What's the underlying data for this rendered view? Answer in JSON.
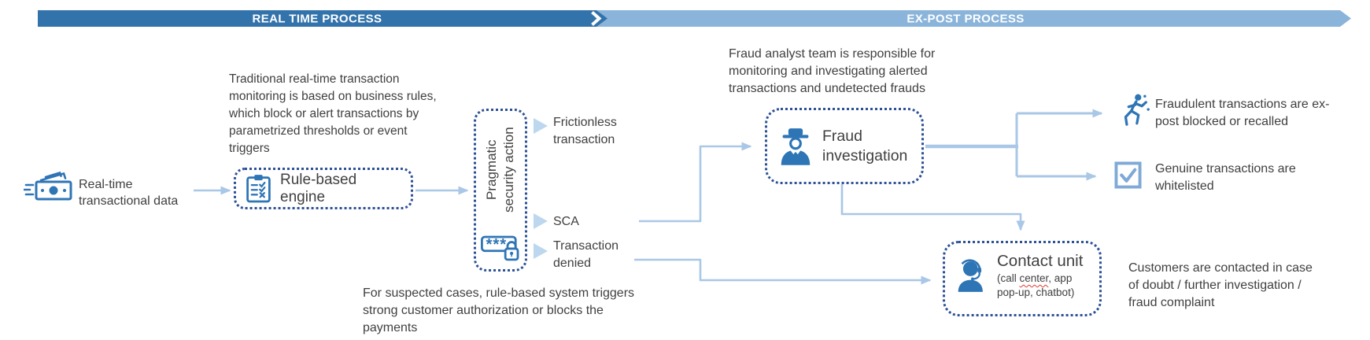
{
  "banners": {
    "real_time": "REAL TIME PROCESS",
    "ex_post": "EX-POST PROCESS"
  },
  "source": {
    "label": "Real-time transactional data",
    "icon": "cash-banknotes-icon"
  },
  "notes": {
    "rule_engine": "Traditional real-time transaction monitoring is based on business rules, which block or alert transactions by parametrized thresholds or event triggers",
    "suspected_cases": "For suspected cases, rule-based system triggers strong customer authorization or blocks the payments",
    "analyst_team": "Fraud analyst team is responsible for monitoring and investigating alerted transactions and undetected frauds",
    "customers": "Customers are contacted in case of doubt / further investigation / fraud complaint"
  },
  "boxes": {
    "rule_engine": {
      "label": "Rule-based engine",
      "icon": "checklist-clipboard-icon"
    },
    "pragmatic": {
      "label": "Pragmatic\nsecurity action",
      "icon": "password-lock-icon"
    },
    "fraud_investigation": {
      "label": "Fraud investigation",
      "icon": "detective-icon"
    },
    "contact_unit": {
      "title": "Contact unit",
      "subtitle_prefix": "(call ",
      "subtitle_flagged_word": "center",
      "subtitle_suffix": ", app pop-up, chatbot)",
      "icon": "support-agent-icon"
    }
  },
  "outcomes": {
    "frictionless": "Frictionless transaction",
    "sca": "SCA",
    "transaction_denied": "Transaction denied",
    "fraudulent": "Fraudulent transactions are ex-post blocked or recalled",
    "genuine": "Genuine transactions are whitelisted"
  },
  "icons": {
    "fraudulent": "running-fraudster-icon",
    "genuine": "checkbox-checked-icon"
  },
  "colors": {
    "banner_dark_blue": "#3373ab",
    "banner_light_blue": "#8ab4da",
    "box_border_navy": "#2d5195",
    "icon_blue": "#2e75b6",
    "connector_light_blue": "#a9c7e6",
    "arrow_marker_pale_blue": "#bdd7ee",
    "text_dark_gray": "#3f3f3f",
    "spellcheck_red": "#e03c31"
  }
}
